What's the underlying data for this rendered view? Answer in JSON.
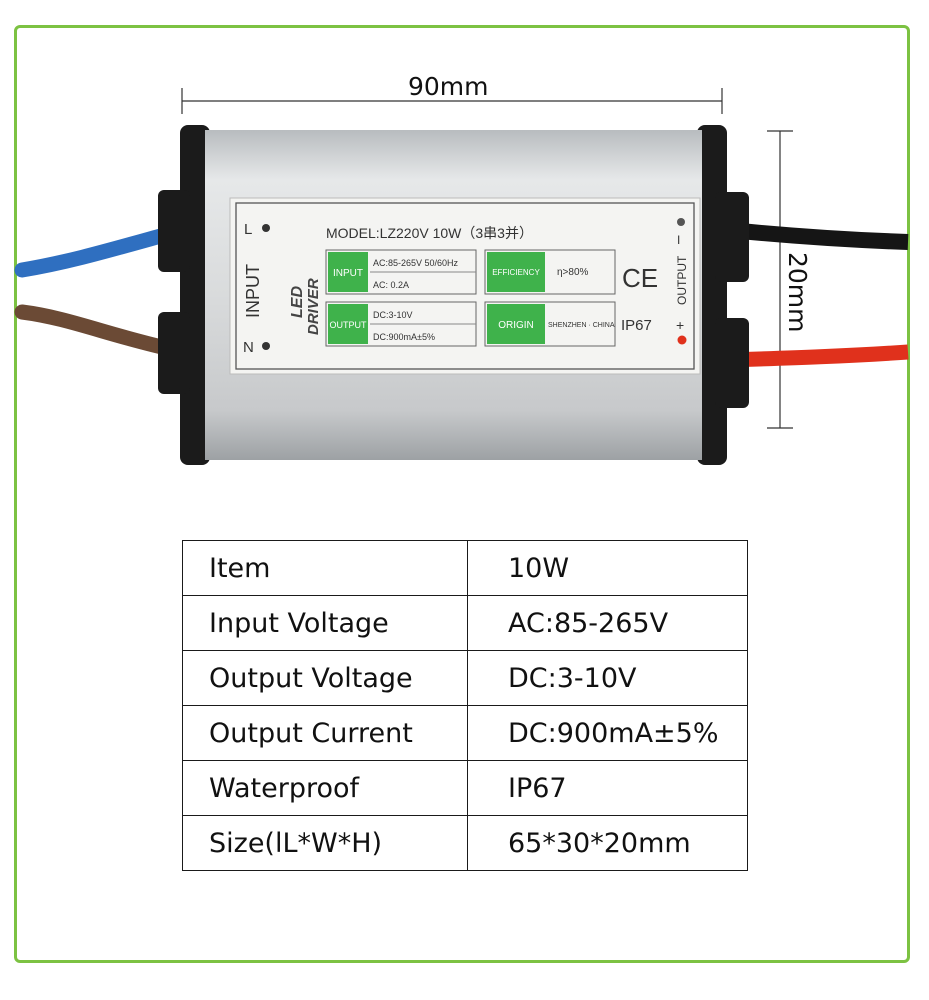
{
  "dimensions": {
    "width_label": "90mm",
    "height_label": "20mm"
  },
  "device_label": {
    "model": "MODEL:LZ220V 10W（3串3并）",
    "input_side": "INPUT",
    "terminal_l": "L",
    "terminal_n": "N",
    "brand_line1": "LED",
    "brand_line2": "DRIVER",
    "input_tag": "INPUT",
    "input_spec1": "AC:85-265V 50/60Hz",
    "input_spec2": "AC: 0.2A",
    "output_tag": "OUTPUT",
    "output_spec1": "DC:3-10V",
    "output_spec2": "DC:900mA±5%",
    "efficiency_tag": "EFFICIENCY",
    "efficiency_value": "η>80%",
    "origin_tag": "ORIGIN",
    "origin_value": "SHENZHEN · CHINA",
    "ce_mark": "CE",
    "ip_rating": "IP67",
    "output_side": "OUTPUT",
    "minus": "I",
    "plus": "+"
  },
  "colors": {
    "frame_border": "#7cc242",
    "label_green": "#3fb24b",
    "wire_blue": "#2f6fc0",
    "wire_brown": "#6b4a35",
    "wire_black": "#151515",
    "wire_red": "#e0311c"
  },
  "spec_table": {
    "rows": [
      {
        "key": "Item",
        "value": "10W"
      },
      {
        "key": "Input Voltage",
        "value": "AC:85-265V"
      },
      {
        "key": "Output Voltage",
        "value": "DC:3-10V"
      },
      {
        "key": "Output Current",
        "value": "DC:900mA±5%"
      },
      {
        "key": "Waterproof",
        "value": "IP67"
      },
      {
        "key": "Size(lL*W*H)",
        "value": "65*30*20mm"
      }
    ]
  }
}
